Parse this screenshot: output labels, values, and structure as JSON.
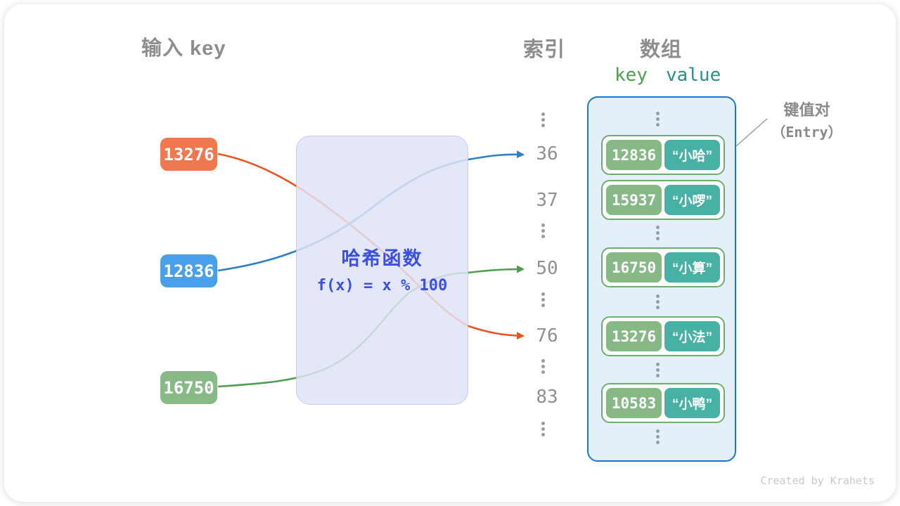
{
  "headers": {
    "input_key": "输入 key",
    "index": "索引",
    "array": "数组"
  },
  "kv_header": {
    "key": "key",
    "value": "value"
  },
  "input_keys": [
    {
      "value": "13276",
      "color": "#f0784f"
    },
    {
      "value": "12836",
      "color": "#49a0e9"
    },
    {
      "value": "16750",
      "color": "#87ba87"
    }
  ],
  "hash_box": {
    "title": "哈希函数",
    "formula": "f(x) = x % 100"
  },
  "indices": [
    "36",
    "37",
    "50",
    "76",
    "83"
  ],
  "entries": [
    {
      "key": "12836",
      "value": "“小哈”"
    },
    {
      "key": "15937",
      "value": "“小啰”"
    },
    {
      "key": "16750",
      "value": "“小算”"
    },
    {
      "key": "13276",
      "value": "“小法”"
    },
    {
      "key": "10583",
      "value": "“小鸭”"
    }
  ],
  "annotation": {
    "line1": "键值对",
    "line2": "（Entry）"
  },
  "credit": "Created by Krahets",
  "colors": {
    "key_box_orange": "#f0784f",
    "key_box_blue": "#49a0e9",
    "key_box_green": "#87ba87",
    "arrow_orange": "#e8551f",
    "arrow_blue": "#2e80c5",
    "arrow_green": "#4f9c51",
    "hash_box_bg": "#e4e7f8",
    "hash_box_border": "#c7cdf3",
    "hash_text": "#3b4fe0",
    "array_bg": "#e3f0fa",
    "array_border": "#1b77d1",
    "entry_border": "#6cae6b",
    "entry_key_pill": "#86b986",
    "entry_value_pill": "#47b1a6",
    "header_gray": "#8d8d8d",
    "kv_key_green": "#4d9e4d",
    "kv_value_teal": "#2a9186",
    "index_gray": "#8e9093",
    "credit_gray": "#c9c9c9"
  }
}
